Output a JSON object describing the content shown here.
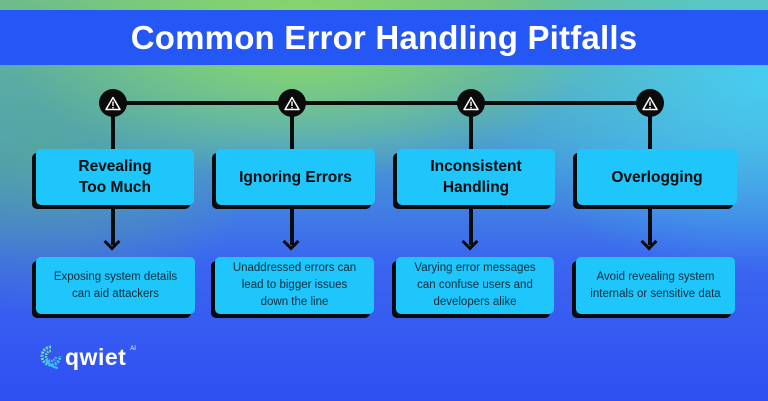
{
  "title": "Common Error Handling Pitfalls",
  "colors": {
    "banner": "#2457f5",
    "card": "#1ec6fb",
    "line": "#0b0b0b",
    "title_text": "#ffffff"
  },
  "pitfalls": [
    {
      "icon": "warning-triangle-icon",
      "title_lines": [
        "Revealing",
        "Too Much"
      ],
      "description_lines": [
        "Exposing system details",
        "can aid attackers"
      ]
    },
    {
      "icon": "warning-triangle-icon",
      "title_lines": [
        "Ignoring Errors"
      ],
      "description_lines": [
        "Unaddressed errors can",
        "lead to bigger issues",
        "down the line"
      ]
    },
    {
      "icon": "warning-triangle-icon",
      "title_lines": [
        "Inconsistent",
        "Handling"
      ],
      "description_lines": [
        "Varying error messages",
        "can confuse users and",
        "developers alike"
      ]
    },
    {
      "icon": "warning-triangle-icon",
      "title_lines": [
        "Overlogging"
      ],
      "description_lines": [
        "Avoid revealing system",
        "internals or sensitive data"
      ]
    }
  ],
  "logo": {
    "wordmark": "qwiet",
    "suffix": "AI"
  }
}
